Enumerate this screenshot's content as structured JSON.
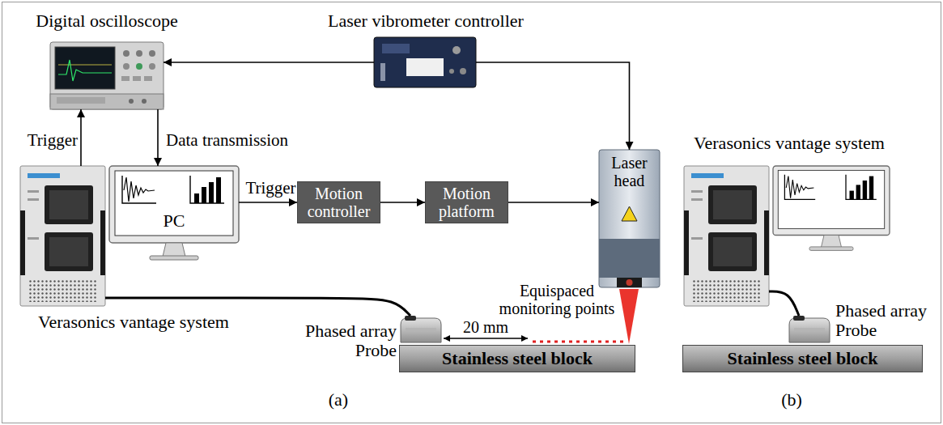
{
  "diagram": {
    "nodes": [
      {
        "text": [
          "Digital oscilloscope"
        ]
      },
      {
        "text": [
          "Laser vibrometer controller"
        ]
      },
      {
        "text": [
          "Verasonics vantage system"
        ]
      },
      {
        "text": [
          "PC"
        ]
      },
      {
        "text": [
          "Motion controller"
        ]
      },
      {
        "text": [
          "Motion platform"
        ]
      },
      {
        "text": [
          "Laser head"
        ]
      },
      {
        "text": [
          "Phased array Probe"
        ]
      },
      {
        "text": [
          "Stainless steel block"
        ]
      },
      {
        "text": [
          "Verasonics vantage system"
        ]
      },
      {
        "text": [
          "Phased array Probe"
        ]
      },
      {
        "text": [
          "Stainless steel block"
        ]
      }
    ],
    "edges": [
      {
        "from": 1,
        "to": 0,
        "arrow": "to"
      },
      {
        "from": 1,
        "to": 6,
        "arrow": "to"
      },
      {
        "from": 2,
        "to": 0,
        "arrow": "to",
        "label": "Trigger"
      },
      {
        "from": 0,
        "to": 3,
        "arrow": "to",
        "label": "Data transmission"
      },
      {
        "from": 3,
        "to": 4,
        "arrow": "to",
        "label": "Trigger"
      },
      {
        "from": 4,
        "to": 5,
        "arrow": "to"
      },
      {
        "from": 5,
        "to": 6,
        "arrow": "to"
      },
      {
        "from": 2,
        "to": 7,
        "arrow": "none"
      },
      {
        "from": 9,
        "to": 10,
        "arrow": "none"
      }
    ],
    "labels": [
      "Equispaced monitoring points",
      "20 mm",
      "(a)",
      "(b)"
    ]
  }
}
